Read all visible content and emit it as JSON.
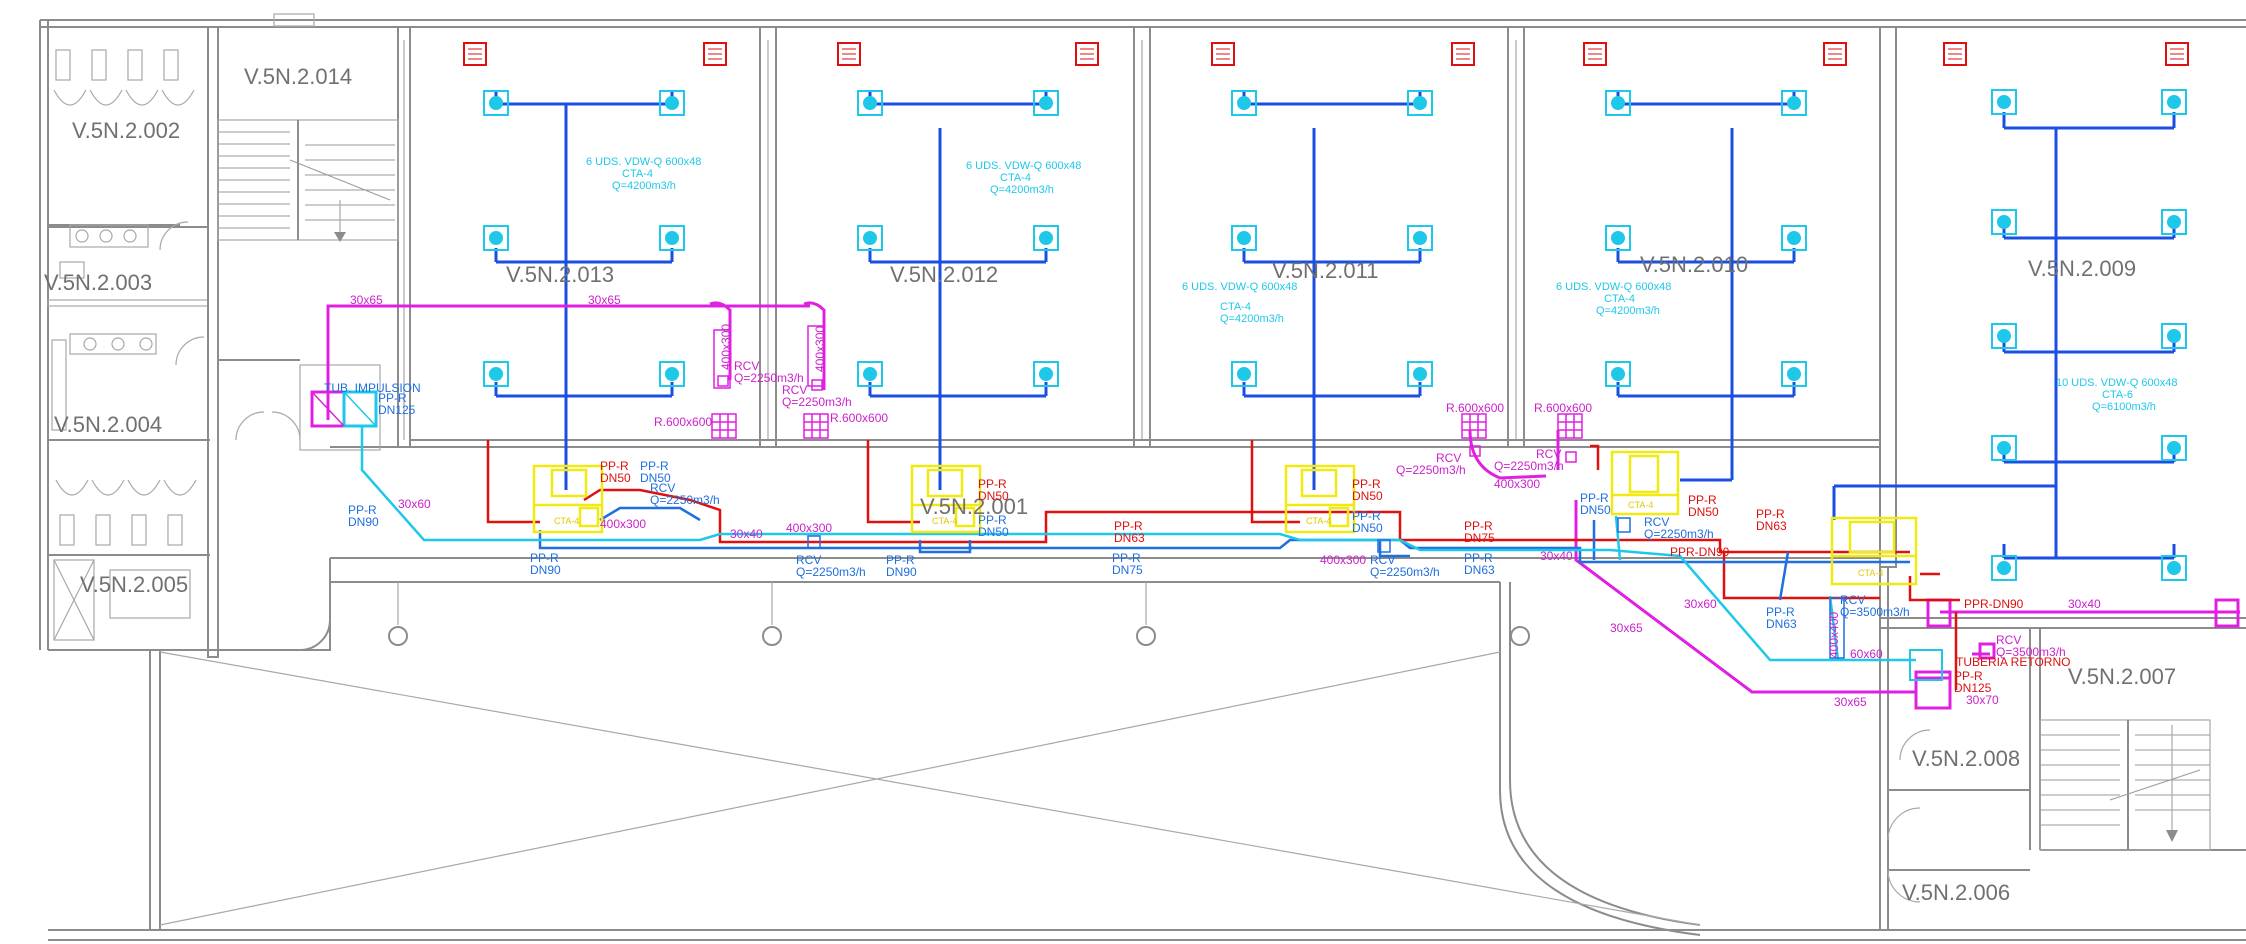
{
  "colors": {
    "walls": "#8c8c8c",
    "supply_pipe": "#1a4fe0",
    "diffuser": "#1ec8e8",
    "return_grille": "#e01010",
    "duct": "#e020e0",
    "ahu": "#f0ea10",
    "red_pipe": "#e01010",
    "blue_pipe": "#1f6fe0",
    "cyan_pipe": "#1ec8e8"
  },
  "rooms": {
    "r014": "V.5N.2.014",
    "r002": "V.5N.2.002",
    "r003": "V.5N.2.003",
    "r004": "V.5N.2.004",
    "r005": "V.5N.2.005",
    "r013": "V.5N.2.013",
    "r012": "V.5N.2.012",
    "r011": "V.5N.2.011",
    "r010": "V.5N.2.010",
    "r009": "V.5N.2.009",
    "r001": "V.5N.2.001",
    "r007": "V.5N.2.007",
    "r008": "V.5N.2.008",
    "r006": "V.5N.2.006"
  },
  "diffuser_notes": {
    "n1": [
      "6 UDS. VDW-Q 600x48",
      "CTA-4",
      "Q=4200m3/h"
    ],
    "n2": [
      "6 UDS. VDW-Q 600x48",
      "CTA-4",
      "Q=4200m3/h"
    ],
    "n3": [
      "6 UDS. VDW-Q 600x48",
      "CTA-4",
      "Q=4200m3/h"
    ],
    "n4": [
      "6 UDS. VDW-Q 600x48",
      "CTA-4",
      "Q=4200m3/h"
    ],
    "n5": [
      "10 UDS. VDW-Q 600x48",
      "CTA-6",
      "Q=6100m3/h"
    ]
  },
  "duct_labels": {
    "d30x65_a": "30x65",
    "d30x65_b": "30x65",
    "d30x65_c": "30x65",
    "d30x65_d": "30x65",
    "d30x60_a": "30x60",
    "d30x60_b": "30x60",
    "d30x40_a": "30x40",
    "d30x40_b": "30x40",
    "d30x40_c": "30x40",
    "d30x70": "30x70",
    "d400x300_a": "400x300",
    "d400x300_b": "400x300",
    "d400x300_c": "400x300",
    "d400x300_d": "400x300",
    "d400x300_e": "400x300",
    "d400x300_f": "400x300",
    "d400x400": "400x400",
    "d600x600": "60x60",
    "rcv": "RCV",
    "q2250": "Q=2250m3/h",
    "q3500": "Q=3500m3/h",
    "grille_1": "R.600x600",
    "grille_2": "R.600x600",
    "grille_3": "R.600x600",
    "grille_4": "R.600x600",
    "imp": "TUB. IMPULSION",
    "ret": "TUBERIA RETORNO",
    "ppr_dn90_h": "PPR-DN90",
    "ppr_dn90_r": "PPR-DN90"
  },
  "pipe_labels": {
    "ppr": "PP-R",
    "dn125": "DN125",
    "dn90": "DN90",
    "dn75": "DN75",
    "dn63": "DN63",
    "dn50": "DN50"
  },
  "ahu_label": "CTA-4"
}
